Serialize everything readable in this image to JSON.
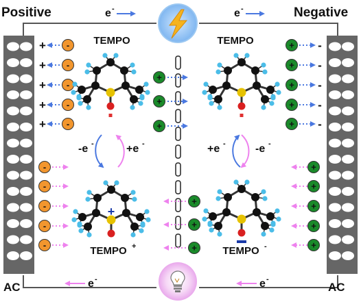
{
  "labels": {
    "positive": "Positive",
    "negative": "Negative",
    "ac_left": "AC",
    "ac_right": "AC",
    "electron": "e",
    "electron_sup": "-",
    "tempo_tl": "TEMPO",
    "tempo_tr": "TEMPO",
    "tempo_plus": "TEMPO",
    "tempo_plus_sup": "+",
    "tempo_minus": "TEMPO",
    "tempo_minus_sup": "-",
    "redox_left_ox": "-e",
    "redox_left_red": "+e",
    "redox_right_red": "+e",
    "redox_right_ox": "-e",
    "redox_sup": "-",
    "plus_sign": "+",
    "minus_sign": "-"
  },
  "colors": {
    "anion": "#f2962e",
    "cation": "#1a8a2a",
    "blue_arrow": "#4a78e0",
    "pink_arrow": "#ee82ee",
    "carbon": "#111111",
    "hydrogen": "#4bbde8",
    "nitrogen": "#e6c200",
    "oxygen": "#d92020",
    "electrode": "#666666",
    "wire": "#555555",
    "radical_dot": "#e03030",
    "cation_mark": "#1a3aa8",
    "anion_mark": "#1a3aa8"
  },
  "icons": {
    "power_source": "lightning-bolt-icon",
    "load": "light-bulb-icon"
  }
}
